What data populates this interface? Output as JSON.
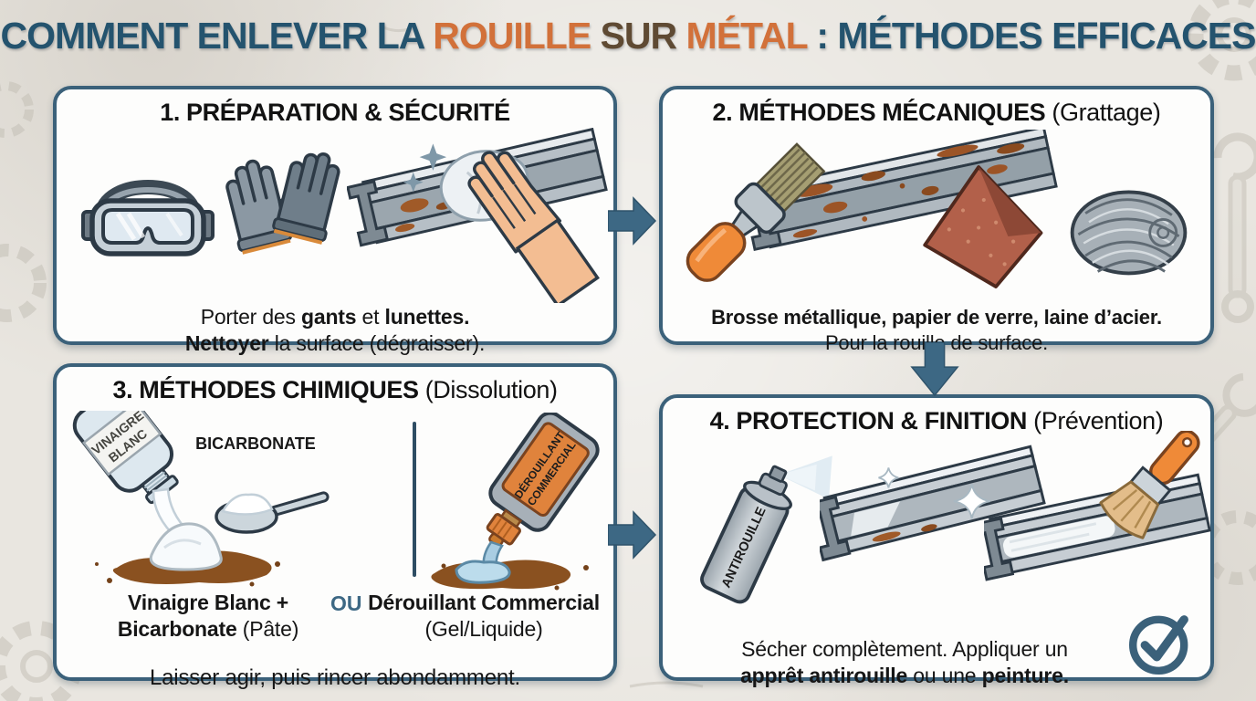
{
  "title": {
    "s1": "COMMENT ENLEVER LA ",
    "s2": "ROUILLE",
    "s3": " SUR ",
    "s4": "MÉTAL",
    "s5": " : MÉTHODES EFFICACES"
  },
  "colors": {
    "title_blue": "#24536e",
    "title_orange": "#d2713a",
    "title_brown": "#5f4a33",
    "panel_border": "#3b617a",
    "arrow_blue": "#3d6884",
    "background": "#e9e6e0"
  },
  "panels": {
    "p1": {
      "heading": "1. PRÉPARATION & SÉCURITÉ",
      "desc1_a": "Porter des ",
      "desc1_b": "gants",
      "desc1_c": " et ",
      "desc1_d": "lunettes.",
      "desc2_a": "Nettoyer",
      "desc2_b": " la surface (dégraisser).",
      "icons": [
        "safety-goggles",
        "protective-gloves",
        "hand-wiping-beam"
      ]
    },
    "p2": {
      "heading": "2. MÉTHODES MÉCANIQUES",
      "heading_paren": " (Grattage)",
      "desc1": "Brosse métallique, papier de verre, laine d’acier.",
      "desc2": "Pour la rouille de surface.",
      "icons": [
        "wire-brush",
        "rusty-beam",
        "sandpaper",
        "steel-wool"
      ]
    },
    "p3": {
      "heading": "3. MÉTHODES CHIMIQUES",
      "heading_paren": " (Dissolution)",
      "bottle_label_1": "VINAIGRE",
      "bottle_label_2": "BLANC",
      "bicarbonate_label": "BICARBONATE",
      "derouillant_label_1": "DÉROUILLANT",
      "derouillant_label_2": "COMMERCIAL",
      "option1_line1": "Vinaigre Blanc +",
      "option1_line2_bold": "Bicarbonate",
      "option1_line2_reg": " (Pâte)",
      "or_label": "OU",
      "option2_line1": "Dérouillant Commercial",
      "option2_line2": "(Gel/Liquide)",
      "footer": "Laisser agir, puis rincer abondamment.",
      "icons": [
        "vinegar-bottle",
        "spoon-bicarbonate",
        "rust-stain",
        "commercial-remover-bottle"
      ]
    },
    "p4": {
      "heading": "4. PROTECTION & FINITION",
      "heading_paren": " (Prévention)",
      "spray_label": "ANTIROUILLE",
      "desc1": "Sécher complètement. Appliquer un",
      "desc2_a": "apprêt antirouille",
      "desc2_b": " ou une ",
      "desc2_c": "peinture.",
      "icons": [
        "antirust-spray-can",
        "clean-beam",
        "paintbrush-beam",
        "check-circle"
      ]
    }
  }
}
